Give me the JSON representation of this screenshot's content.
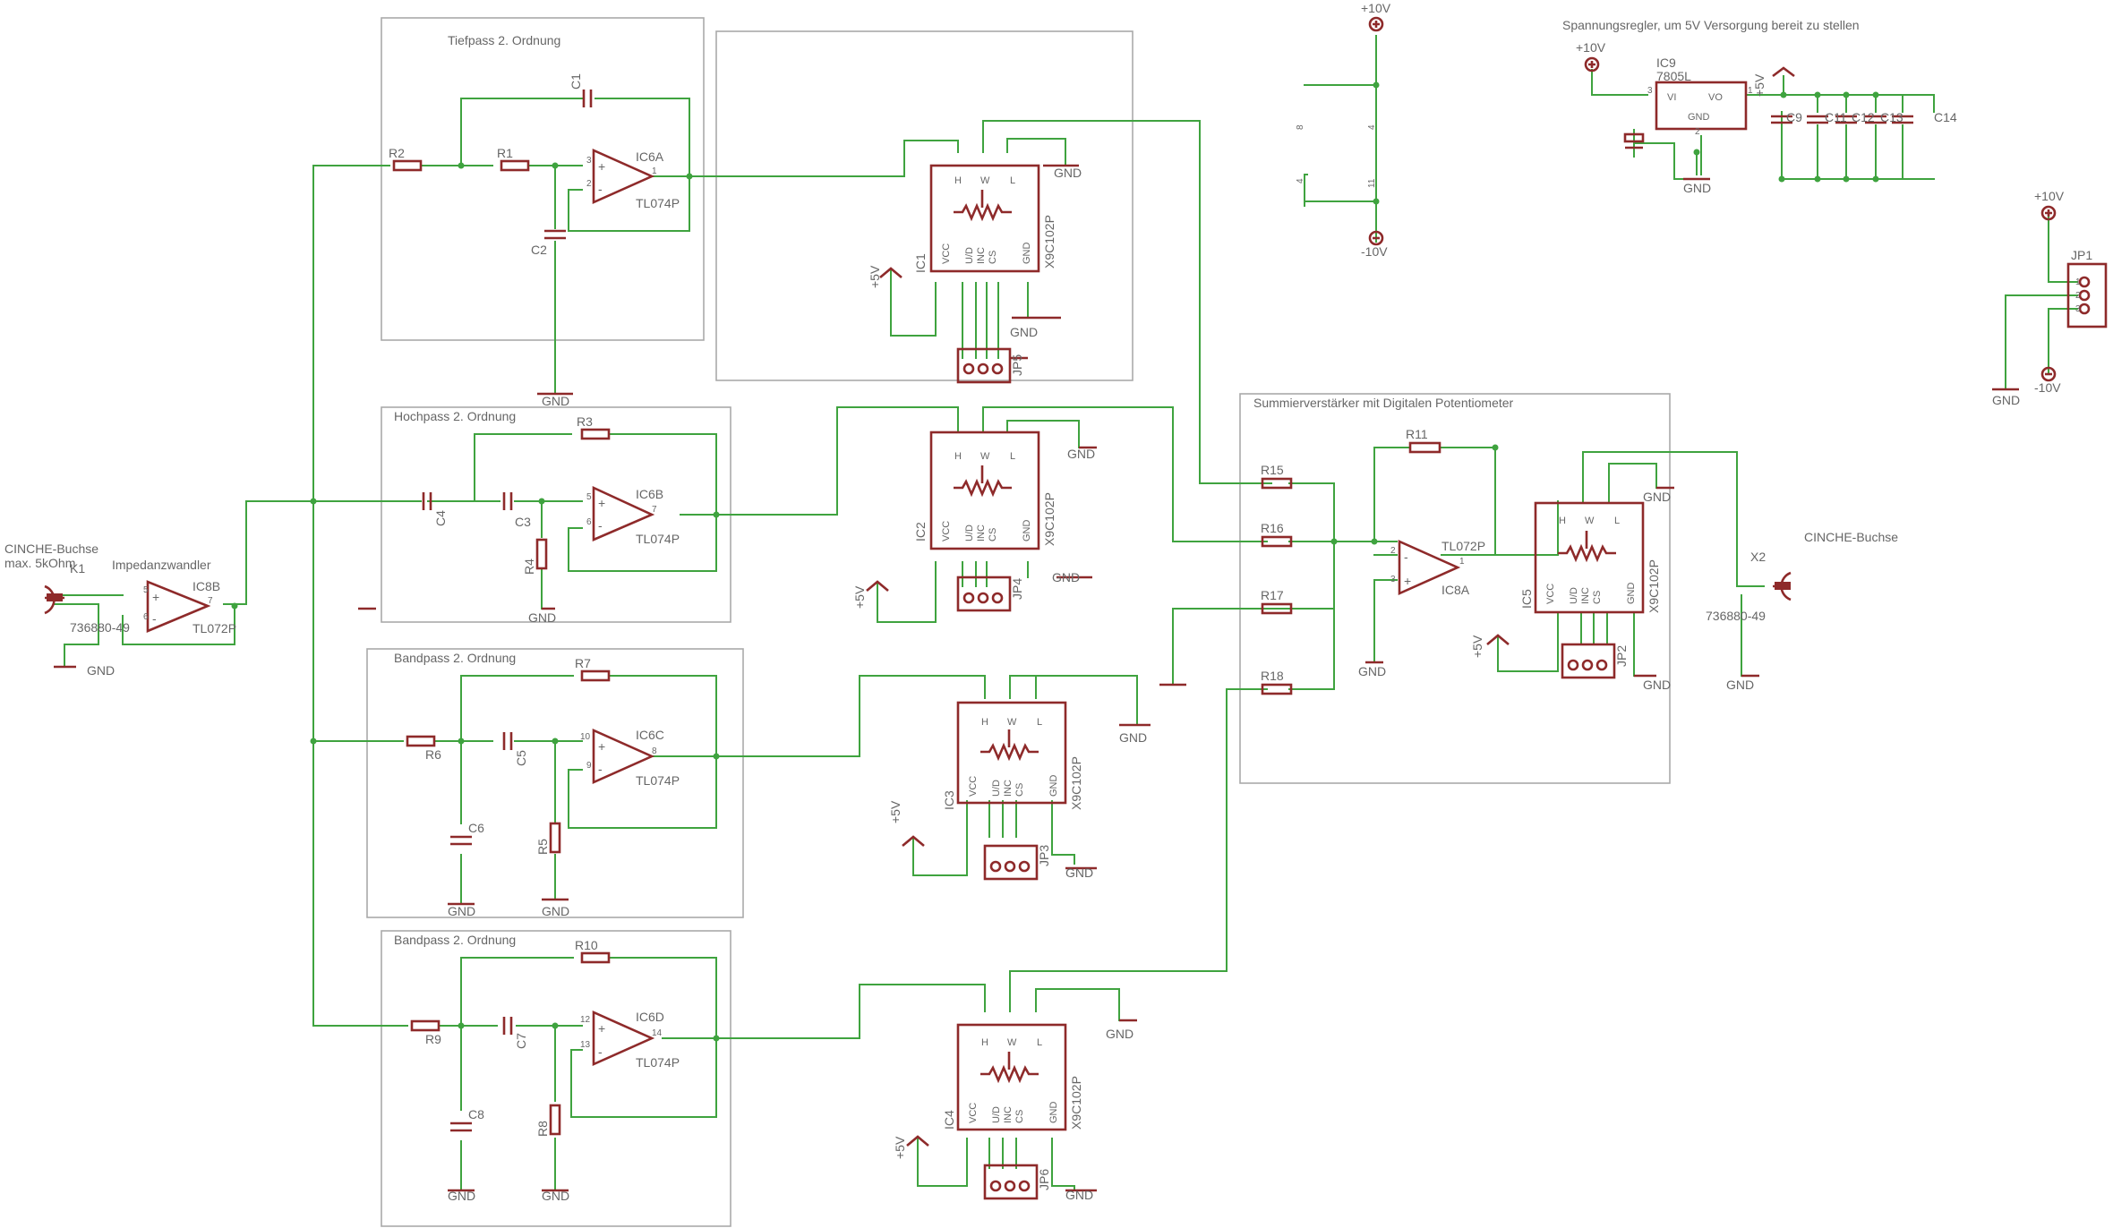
{
  "colors": {
    "wire": "#3fa33f",
    "part": "#8e2a2a",
    "frame": "#aaaaaa",
    "text": "#666666"
  },
  "labels": {
    "frame1": "Tiefpass 2. Ordnung",
    "frame2": "Hochpass 2. Ordnung",
    "frame3": "Bandpass 2. Ordnung",
    "frame4": "Bandpass 2. Ordnung",
    "frame_sum": "Summierverstärker mit Digitalen Potentiometer",
    "regulator_note": "Spannungsregler, um 5V Versorgung bereit zu stellen",
    "cinch_in": "CINCHE-Buchse",
    "cinch_in2": "max. 5kOhm",
    "cinch_out": "CINCHE-Buchse",
    "impedance": "Impedanzwandler",
    "k1": "K1",
    "k1_val": "736880-49",
    "x2": "X2",
    "x2_val": "736880-49",
    "ic8b": "IC8B",
    "ic8a": "IC8A",
    "tl072": "TL072P",
    "ic6a": "IC6A",
    "ic6b": "IC6B",
    "ic6c": "IC6C",
    "ic6d": "IC6D",
    "tl074": "TL074P",
    "ic9": "IC9",
    "ic9_val": "7805L",
    "vi": "VI",
    "vo": "VO",
    "gnd_pin": "GND",
    "r1": "R1",
    "r2": "R2",
    "r3": "R3",
    "r4": "R4",
    "r5": "R5",
    "r6": "R6",
    "r7": "R7",
    "r8": "R8",
    "r9": "R9",
    "r10": "R10",
    "r11": "R11",
    "r15": "R15",
    "r16": "R16",
    "r17": "R17",
    "r18": "R18",
    "c1": "C1",
    "c2": "C2",
    "c3": "C3",
    "c4": "C4",
    "c5": "C5",
    "c6": "C6",
    "c7": "C7",
    "c8": "C8",
    "c9": "C9",
    "c11": "C11",
    "c12": "C12",
    "c13": "C13",
    "c14": "C14",
    "ic1": "IC1",
    "ic2": "IC2",
    "ic3": "IC3",
    "ic4": "IC4",
    "ic5": "IC5",
    "x9c": "X9C102P",
    "jp1": "JP1",
    "jp2": "JP2",
    "jp3": "JP3",
    "jp4": "JP4",
    "jp5": "JP5",
    "jp6": "JP6",
    "gnd": "GND",
    "p5v": "+5V",
    "p10v": "+10V",
    "m10v": "-10V",
    "pot_h": "H",
    "pot_w": "W",
    "pot_l": "L",
    "pot_vcc": "VCC",
    "pot_ud": "U/D",
    "pot_inc": "INC",
    "pot_cs": "CS",
    "pot_gnd": "GND",
    "pin1": "1",
    "pin2": "2",
    "pin3": "3",
    "pin4": "4",
    "pin5": "5",
    "pin6": "6",
    "pin7": "7",
    "pin8": "8",
    "pin9": "9",
    "pin10": "10",
    "pin11": "11",
    "pin12": "12",
    "pin13": "13",
    "pin14": "14",
    "plus": "+",
    "minus": "-"
  }
}
